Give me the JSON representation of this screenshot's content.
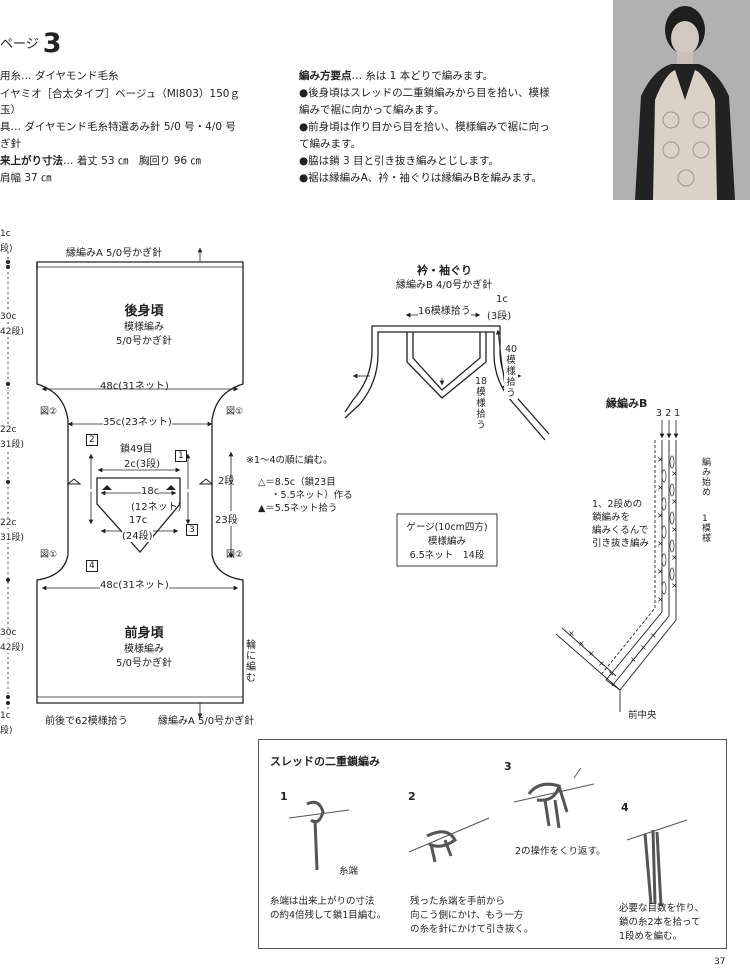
{
  "header": {
    "page_prefix": "ページ",
    "page_num": "3"
  },
  "materials": {
    "yarn_line": "用糸… ダイヤモンド毛糸",
    "color_line": "イヤミオ［合太タイプ］ベージュ（MI803）150ｇ",
    "balls_line": "玉）",
    "tools_line": "具… ダイヤモンド毛糸特選あみ針 5/0 号・4/0 号",
    "needle_line": "ぎ針",
    "size_title": "来上がり寸法",
    "size_text": "… 着丈 53 ㎝　胸回り 96 ㎝",
    "shoulder_line": "肩幅 37 ㎝"
  },
  "points": {
    "title": "編み方要点",
    "line1": "… 糸は 1 本どりで編みます。",
    "line2": "●後身頃はスレッドの二重鎖編みから目を拾い、模様",
    "line3": "編みで裾に向かって編みます。",
    "line4": "●前身頃は作り目から目を拾い、模様編みで裾に向っ",
    "line5": "て編みます。",
    "line6": "●脇は鎖 3 目と引き抜き編みとじします。",
    "line7": "●裾は縁編みA、衿・袖ぐりは縁編みBを編みます。"
  },
  "body": {
    "back_title": "後身頃",
    "back_sub1": "模様編み",
    "back_sub2": "5/0号かぎ針",
    "front_title": "前身頃",
    "front_sub1": "模様編み",
    "front_sub2": "5/0号かぎ針",
    "border_top": "縁編みA 5/0号かぎ針",
    "border_bottom": "縁編みA 5/0号かぎ針",
    "pick62": "前後で62模様拾う",
    "w48a": "48c(31ネット)",
    "w35": "35c(23ネット)",
    "w48b": "48c(31ネット)",
    "chain49": "鎖49目",
    "c2": "2c(3段)",
    "c18": "18c",
    "c18b": "(12ネット)",
    "c17": "17c",
    "c17b": "(24段)",
    "r2": "2段",
    "r23": "23段",
    "loop1": "輪",
    "loop2": "に",
    "loop3": "編",
    "loop4": "む",
    "fig1": "図①",
    "fig2": "図②",
    "fig1b": "図①",
    "fig2b": "図②",
    "n1": "1",
    "n2": "2",
    "n3": "3",
    "n4": "4",
    "left1": "1c",
    "left1b": "段)",
    "left30": "30c",
    "left42": "42段)",
    "left22a": "22c",
    "left31a": "31段)",
    "left22b": "22c",
    "left31b": "31段)",
    "left30b": "30c",
    "left42b": "42段)",
    "left1c": "1c",
    "left1d": "段)"
  },
  "notes": {
    "order": "※1〜4の順に編む。",
    "n1": "△＝8.5c（鎖23目",
    "n2": "・5.5ネット）作る",
    "n3": "▲＝5.5ネット拾う"
  },
  "collar": {
    "title": "衿・袖ぐり",
    "sub": "縁編みB 4/0号かぎ針",
    "pick16": "16模様拾う",
    "c1": "1c",
    "c1b": "(3段)",
    "p40a": "40",
    "p40b": "模",
    "p40c": "様",
    "p40d": "拾",
    "p40e": "う",
    "p18a": "18",
    "p18b": "模",
    "p18c": "様",
    "p18d": "拾",
    "p18e": "う"
  },
  "gauge": {
    "l1": "ゲージ(10cm四方)",
    "l2": "模様編み",
    "l3": "6.5ネット　14段"
  },
  "edgeB": {
    "title": "縁編みB",
    "rows": "3 2 1",
    "start1": "編",
    "start2": "み",
    "start3": "始",
    "start4": "め",
    "rep1": "1",
    "rep2": "模",
    "rep3": "様",
    "note1": "1、2段めの",
    "note2": "鎖編みを",
    "note3": "編みくるんで",
    "note4": "引き抜き編み",
    "center": "前中央"
  },
  "howto": {
    "title": "スレッドの二重鎖編み",
    "s1": "1",
    "s2": "2",
    "s3": "3",
    "s4": "4",
    "yarn_end": "糸端",
    "t1a": "糸端は出来上がりの寸法",
    "t1b": "の約4倍残して鎖1目編む。",
    "t2a": "残った糸端を手前から",
    "t2b": "向こう側にかけ、もう一方",
    "t2c": "の糸を針にかけて引き抜く。",
    "t3": "2の操作をくり返す。",
    "t4a": "必要な目数を作り、",
    "t4b": "鎖の糸2本を拾って",
    "t4c": "1段めを編む。"
  },
  "page_number": "37"
}
